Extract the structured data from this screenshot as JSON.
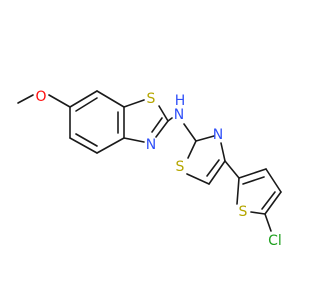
{
  "molecule": {
    "atoms": {
      "o_methoxy": "O",
      "s_benzothiazole": "S",
      "n_benzothiazole": "N",
      "nh_linker": "N",
      "h_linker": "H",
      "n_thiazole": "N",
      "s_thiazole": "S",
      "s_thiophene": "S",
      "cl": "Cl"
    },
    "colors": {
      "bond": "#1a1a1a",
      "oxygen": "#ff0d0d",
      "sulfur": "#b5a600",
      "nitrogen": "#3050f8",
      "chlorine": "#1fa01f",
      "hydrogen": "#3050f8"
    }
  }
}
